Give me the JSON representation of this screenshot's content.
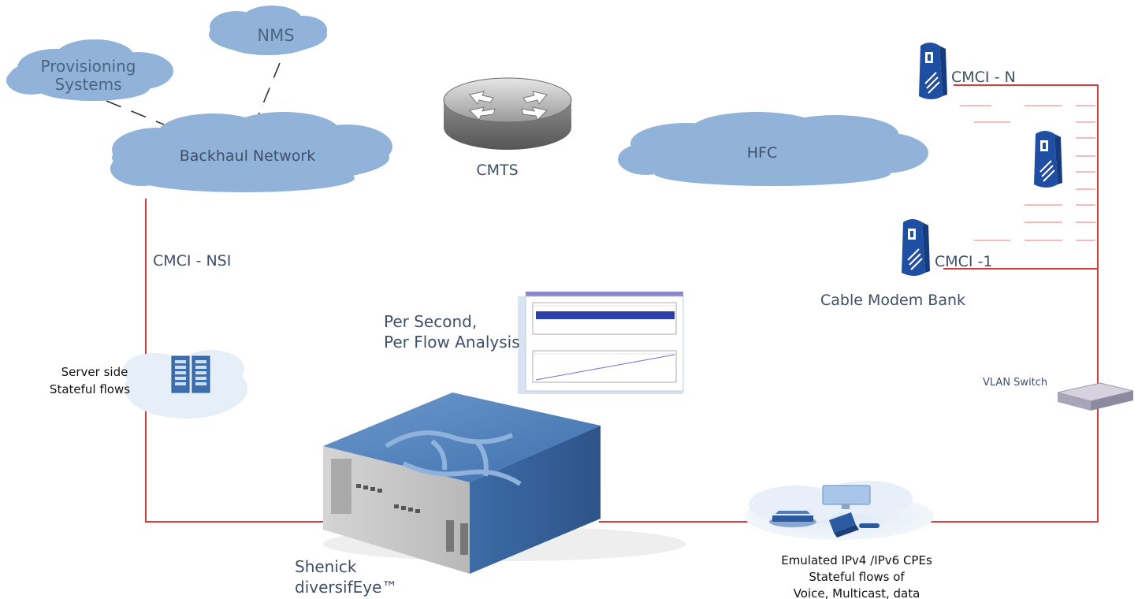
{
  "clouds": {
    "nms": "NMS",
    "provisioning": [
      "Provisioning",
      "Systems"
    ],
    "backhaul": "Backhaul Network",
    "hfc": "HFC"
  },
  "devices": {
    "cmts": "CMTS",
    "cmci_n": "CMCI - N",
    "cmci_1": "CMCI -1",
    "modem_bank": "Cable Modem Bank",
    "vlan_switch": "VLAN Switch",
    "shenick": [
      "Shenick",
      "diversifEye™"
    ]
  },
  "links": {
    "cmci_nsi": "CMCI - NSI"
  },
  "annotations": {
    "server_side": [
      "Server side",
      "Stateful flows"
    ],
    "analysis": [
      "Per Second,",
      "Per Flow Analysis"
    ],
    "cpes": [
      "Emulated IPv4 /IPv6 CPEs",
      "Stateful flows of",
      "Voice, Multicast, data"
    ]
  },
  "colors": {
    "cloud": "#92b3d9",
    "link": "#d93a3a",
    "link_faint": "#f2a6a6",
    "chassis": "#4a7bb9"
  }
}
